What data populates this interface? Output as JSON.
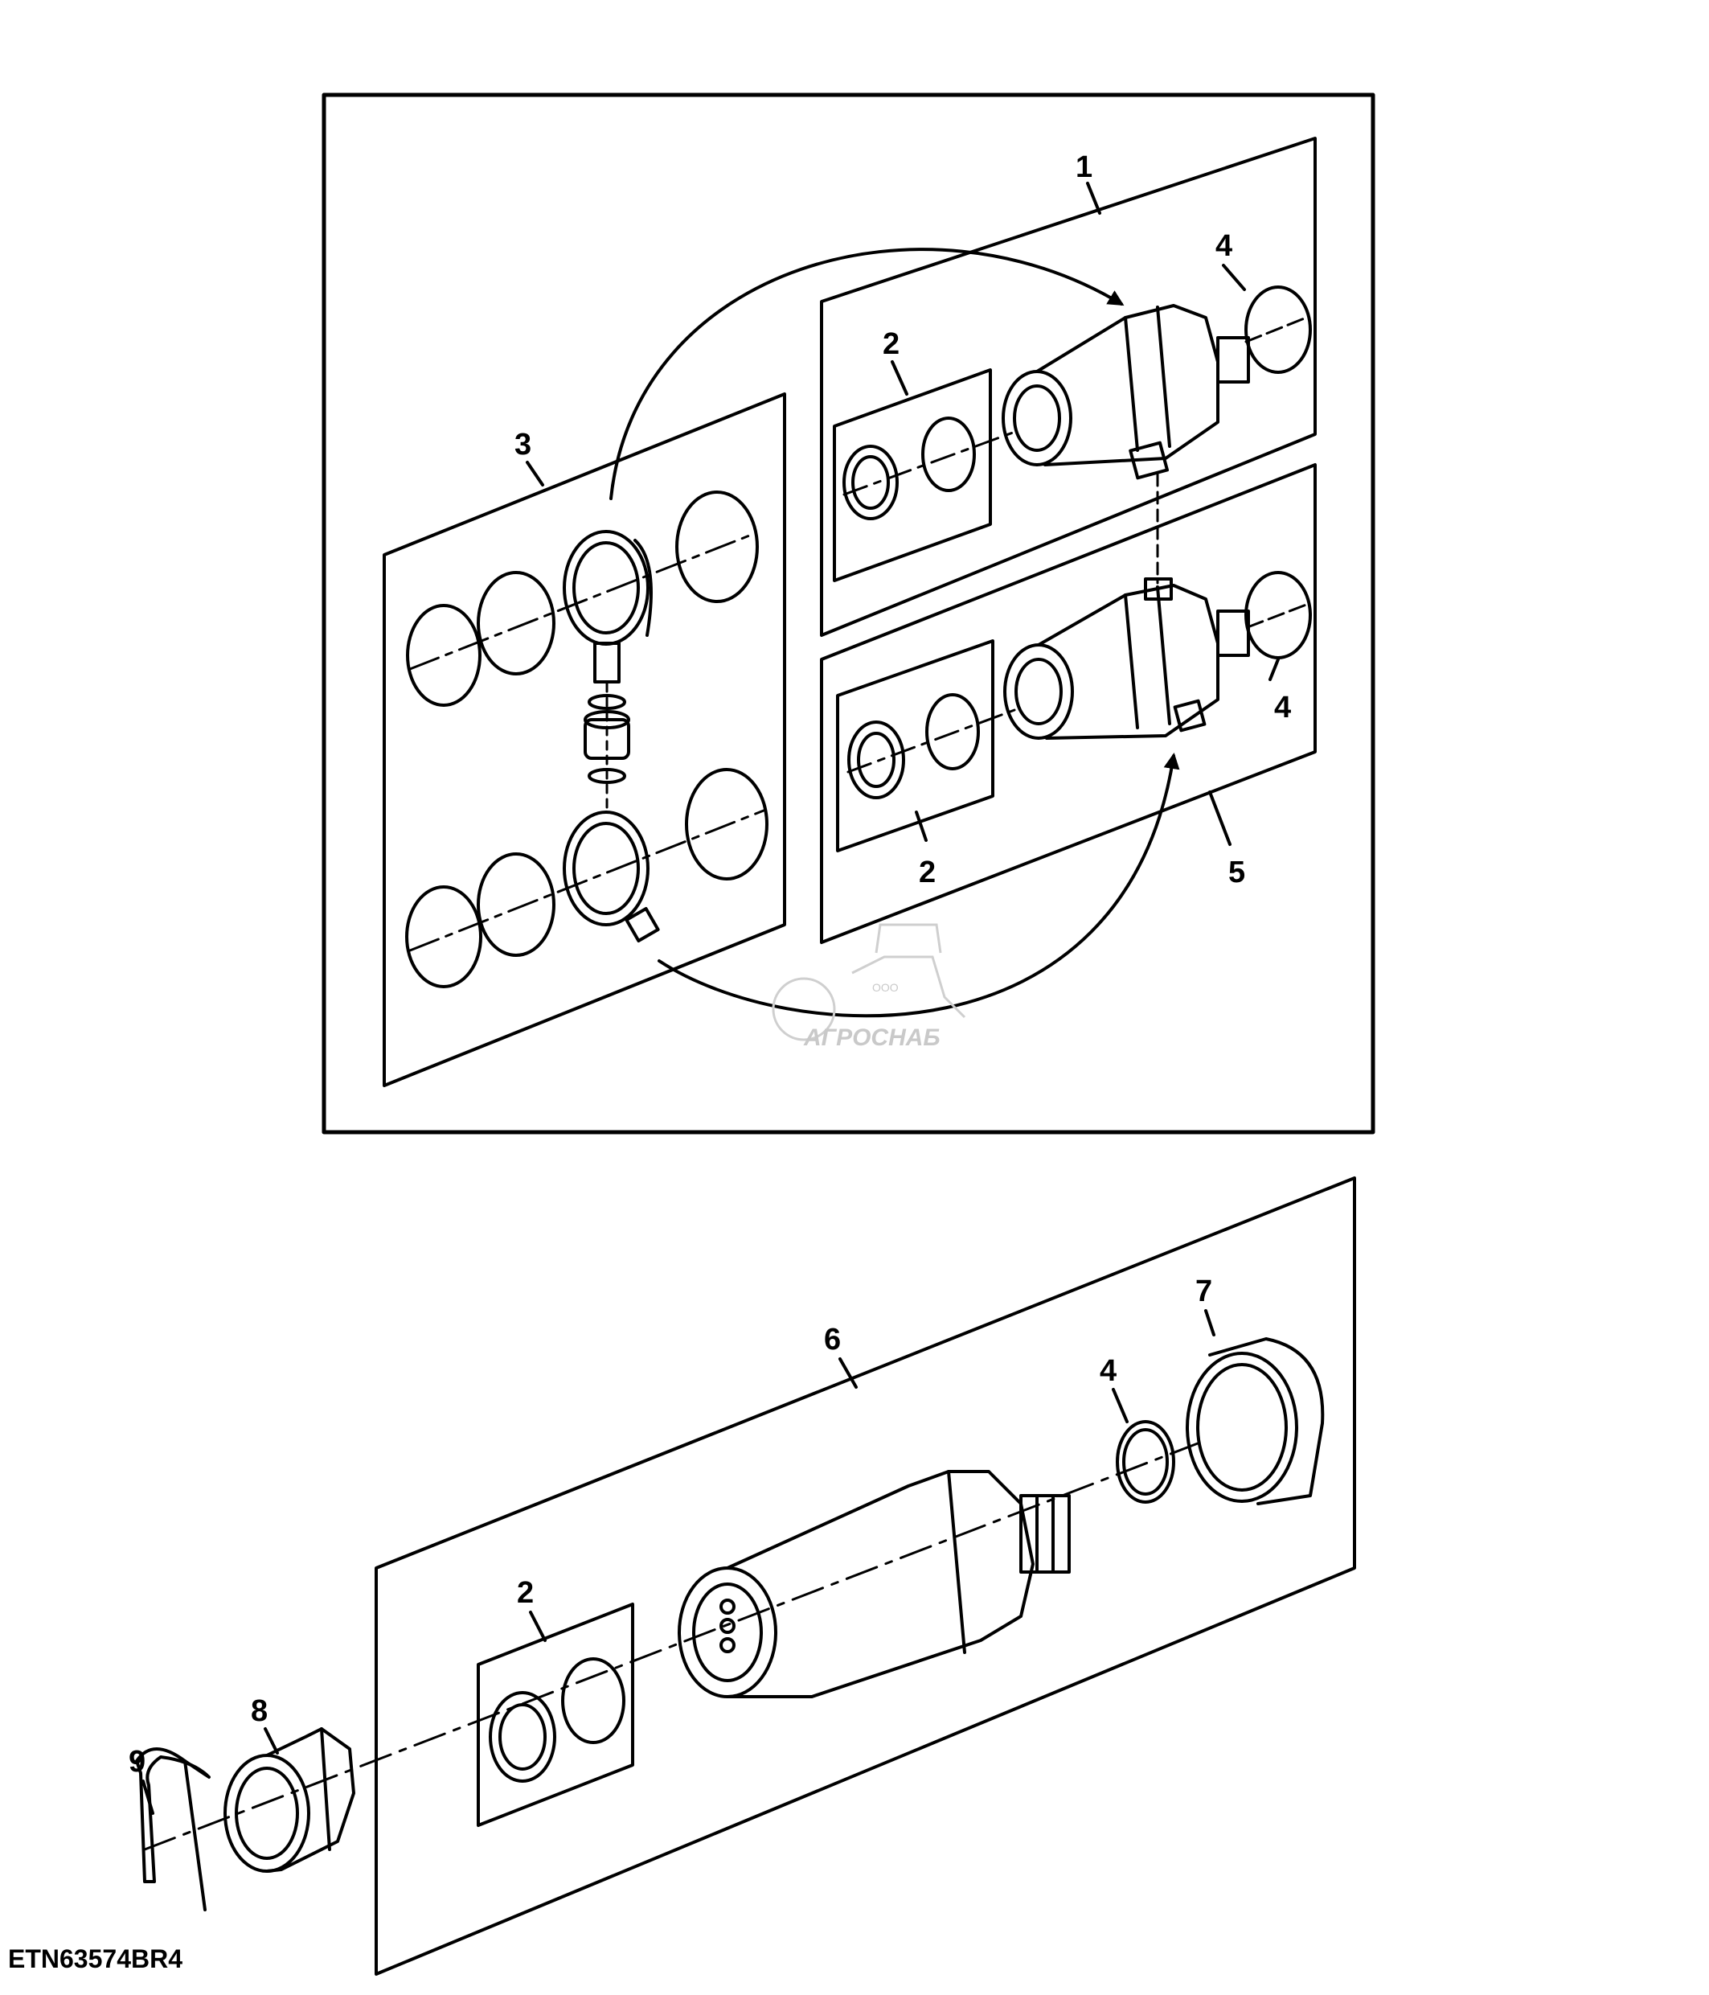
{
  "figure_code": "ETN63574BR4",
  "watermark": {
    "small": "ООО",
    "text": "АГРОСНАБ"
  },
  "callouts": {
    "c1": "1",
    "c2a": "2",
    "c2b": "2",
    "c2c": "2",
    "c3": "3",
    "c4a": "4",
    "c4b": "4",
    "c4c": "4",
    "c5": "5",
    "c6": "6",
    "c7": "7",
    "c8": "8",
    "c9": "9"
  }
}
